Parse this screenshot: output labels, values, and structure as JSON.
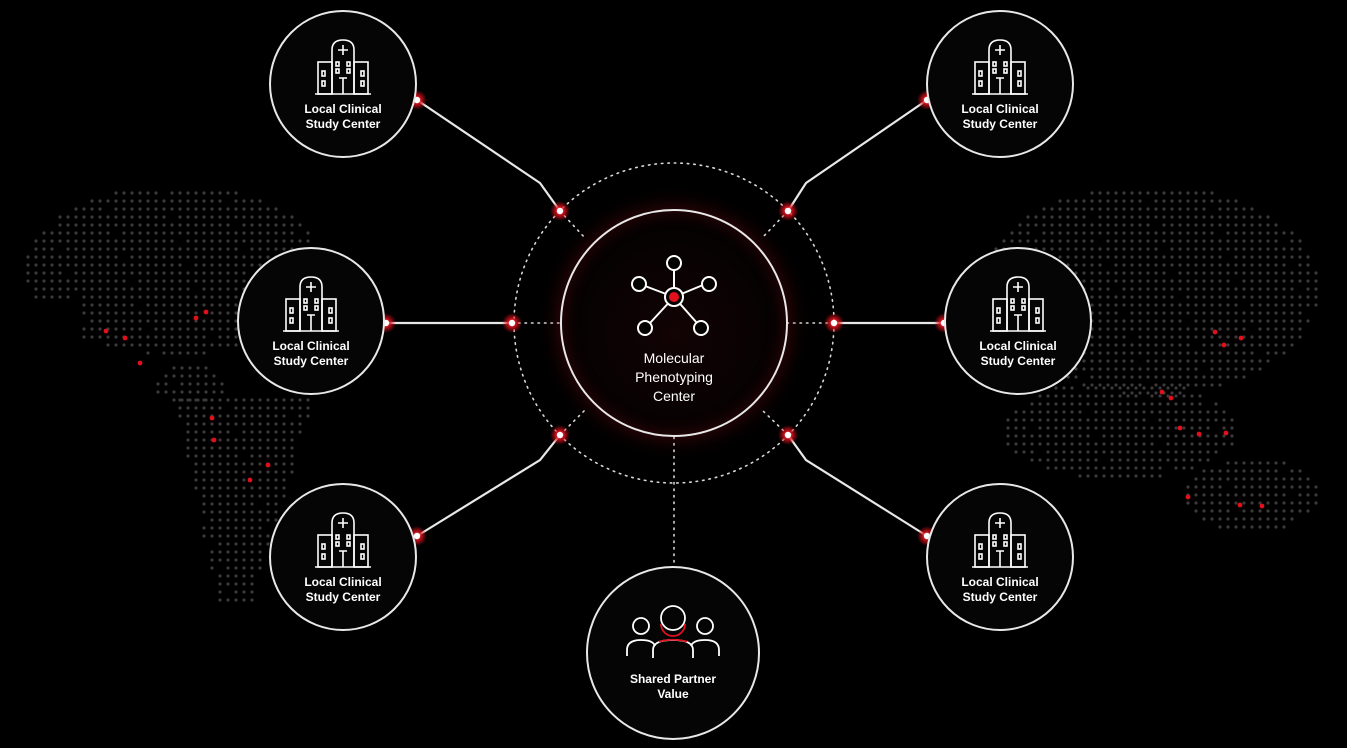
{
  "hub": {
    "label": "Molecular\nPhenotyping\nCenter",
    "icon": "molecule-network-icon"
  },
  "partner": {
    "label": "Shared Partner\nValue",
    "icon": "people-group-icon"
  },
  "centers": [
    {
      "label": "Local Clinical\nStudy Center",
      "icon": "hospital-icon"
    },
    {
      "label": "Local Clinical\nStudy Center",
      "icon": "hospital-icon"
    },
    {
      "label": "Local Clinical\nStudy Center",
      "icon": "hospital-icon"
    },
    {
      "label": "Local Clinical\nStudy Center",
      "icon": "hospital-icon"
    },
    {
      "label": "Local Clinical\nStudy Center",
      "icon": "hospital-icon"
    },
    {
      "label": "Local Clinical\nStudy Center",
      "icon": "hospital-icon"
    }
  ],
  "colors": {
    "background": "#000000",
    "line": "#e8e8e8",
    "accent": "#e0101c",
    "map_dot": "#3a3a3a"
  }
}
